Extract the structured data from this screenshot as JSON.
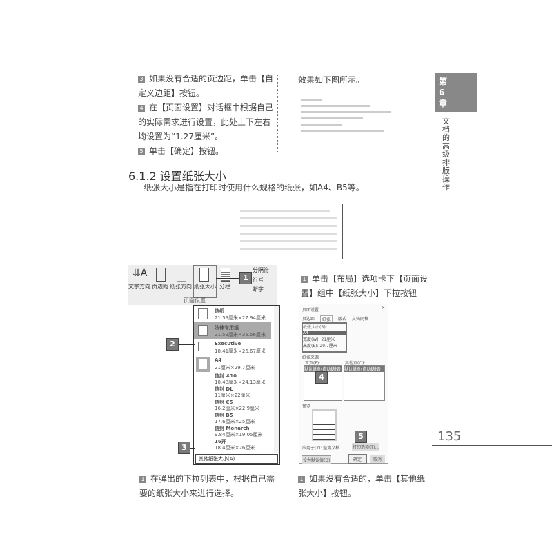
{
  "side_tab": {
    "chapter": "第6章",
    "title": "文档的高级排版操作"
  },
  "steps_top": [
    {
      "n": "3",
      "text": "如果没有合适的页边距，单击【自定义边距】按钮。"
    },
    {
      "n": "4",
      "text": "在【页面设置】对话框中根据自己的实际需求进行设置，此处上下左右均设置为“1.27厘米”。"
    },
    {
      "n": "5",
      "text": "单击【确定】按钮。"
    }
  ],
  "effect_caption": "效果如下图所示。",
  "section": {
    "heading": "6.1.2  设置纸张大小",
    "intro": "纸张大小是指在打印时使用什么规格的纸张，如A4、B5等。"
  },
  "ribbon": {
    "buttons": [
      "文字方向",
      "页边距",
      "纸张方向",
      "纸张大小",
      "分栏"
    ],
    "small": [
      "分隔符",
      "行号",
      "断字"
    ],
    "group": "页面设置"
  },
  "dropdown": {
    "items": [
      {
        "name": "信纸",
        "size": "21.59厘米×27.94厘米"
      },
      {
        "name": "法律专用纸",
        "size": "21.59厘米×35.56厘米"
      },
      {
        "name": "Executive",
        "size": "18.41厘米×26.67厘米"
      },
      {
        "name": "A4",
        "size": "21厘米×29.7厘米"
      },
      {
        "name": "信封 #10",
        "size": "10.48厘米×24.13厘米"
      },
      {
        "name": "信封 DL",
        "size": "11厘米×22厘米"
      },
      {
        "name": "信封 C5",
        "size": "16.2厘米×22.9厘米"
      },
      {
        "name": "信封 B5",
        "size": "17.6厘米×25厘米"
      },
      {
        "name": "信封 Monarch",
        "size": "9.84厘米×19.05厘米"
      },
      {
        "name": "16开",
        "size": "18.4厘米×26厘米"
      }
    ],
    "more": "其他纸张大小(A)..."
  },
  "badges": [
    "1",
    "2",
    "3",
    "4",
    "5"
  ],
  "dialog": {
    "title": "页面设置",
    "tabs": [
      "页边距",
      "纸张",
      "版式",
      "文档网格"
    ],
    "paper_size_label": "纸张大小(R):",
    "paper_size": "A4",
    "width_label": "宽度(W):",
    "width": "21厘米",
    "height_label": "高度(E):",
    "height": "29.7厘米",
    "source": "纸张来源",
    "first": "首页(F):",
    "other": "其他页(O):",
    "tray": "默认纸盒(自动选择)",
    "preview": "预览",
    "apply_label": "应用于(Y):",
    "apply": "整篇文档",
    "print_options": "打印选项(T)...",
    "default": "设为默认值(D)",
    "ok": "确定",
    "cancel": "取消"
  },
  "captions": {
    "left": {
      "n": "1",
      "text": "在弹出的下拉列表中，根据自己需要的纸张大小来进行选择。"
    },
    "right_top": {
      "n": "1",
      "text": "单击【布局】选项卡下【页面设置】组中【纸张大小】下拉按钮"
    },
    "right_bottom": {
      "n": "1",
      "text": "如果没有合适的，单击【其他纸张大小】按钮。"
    }
  },
  "page_number": "135"
}
